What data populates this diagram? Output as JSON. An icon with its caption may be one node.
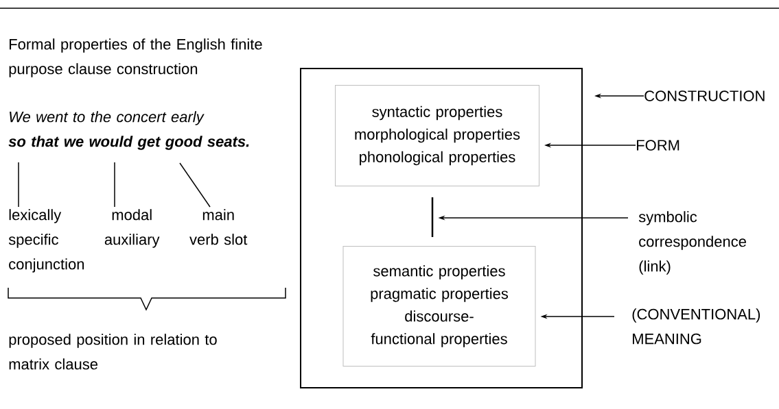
{
  "diagram": {
    "nodes": [
      {
        "text": [],
        "shape": "box"
      },
      {
        "text": [
          "syntactic properties",
          "morphological properties",
          "phonological properties"
        ],
        "in": 0
      },
      {
        "text": [
          "semantic properties",
          "pragmatic properties",
          "discourse-functional properties"
        ],
        "in": 0
      },
      {
        "text": [],
        "shape": "bar",
        "in": 0
      },
      {
        "text": [
          "CONSTRUCTION"
        ]
      },
      {
        "text": [
          "FORM"
        ]
      },
      {
        "text": [
          "symbolic correspondence (link)"
        ]
      },
      {
        "text": [
          "(CONVENTIONAL) MEANING"
        ]
      },
      {
        "text": [
          "lexically specific conjunction"
        ]
      },
      {
        "text": [
          "modal auxiliary"
        ]
      },
      {
        "text": [
          "main verb slot"
        ]
      }
    ],
    "edges": [
      {
        "from": 4,
        "to": 0,
        "arrow": "to"
      },
      {
        "from": 5,
        "to": 1,
        "arrow": "to"
      },
      {
        "from": 6,
        "to": 3,
        "arrow": "to"
      },
      {
        "from": 7,
        "to": 2,
        "arrow": "to"
      },
      {
        "from": 8,
        "to": null,
        "arrow": "none"
      },
      {
        "from": 9,
        "to": null,
        "arrow": "none"
      },
      {
        "from": 10,
        "to": null,
        "arrow": "none"
      }
    ],
    "labels": [
      "Formal properties of the English finite purpose clause construction",
      "We went to the concert early",
      "so that we would get good seats.",
      "proposed position in relation to matrix clause"
    ]
  }
}
